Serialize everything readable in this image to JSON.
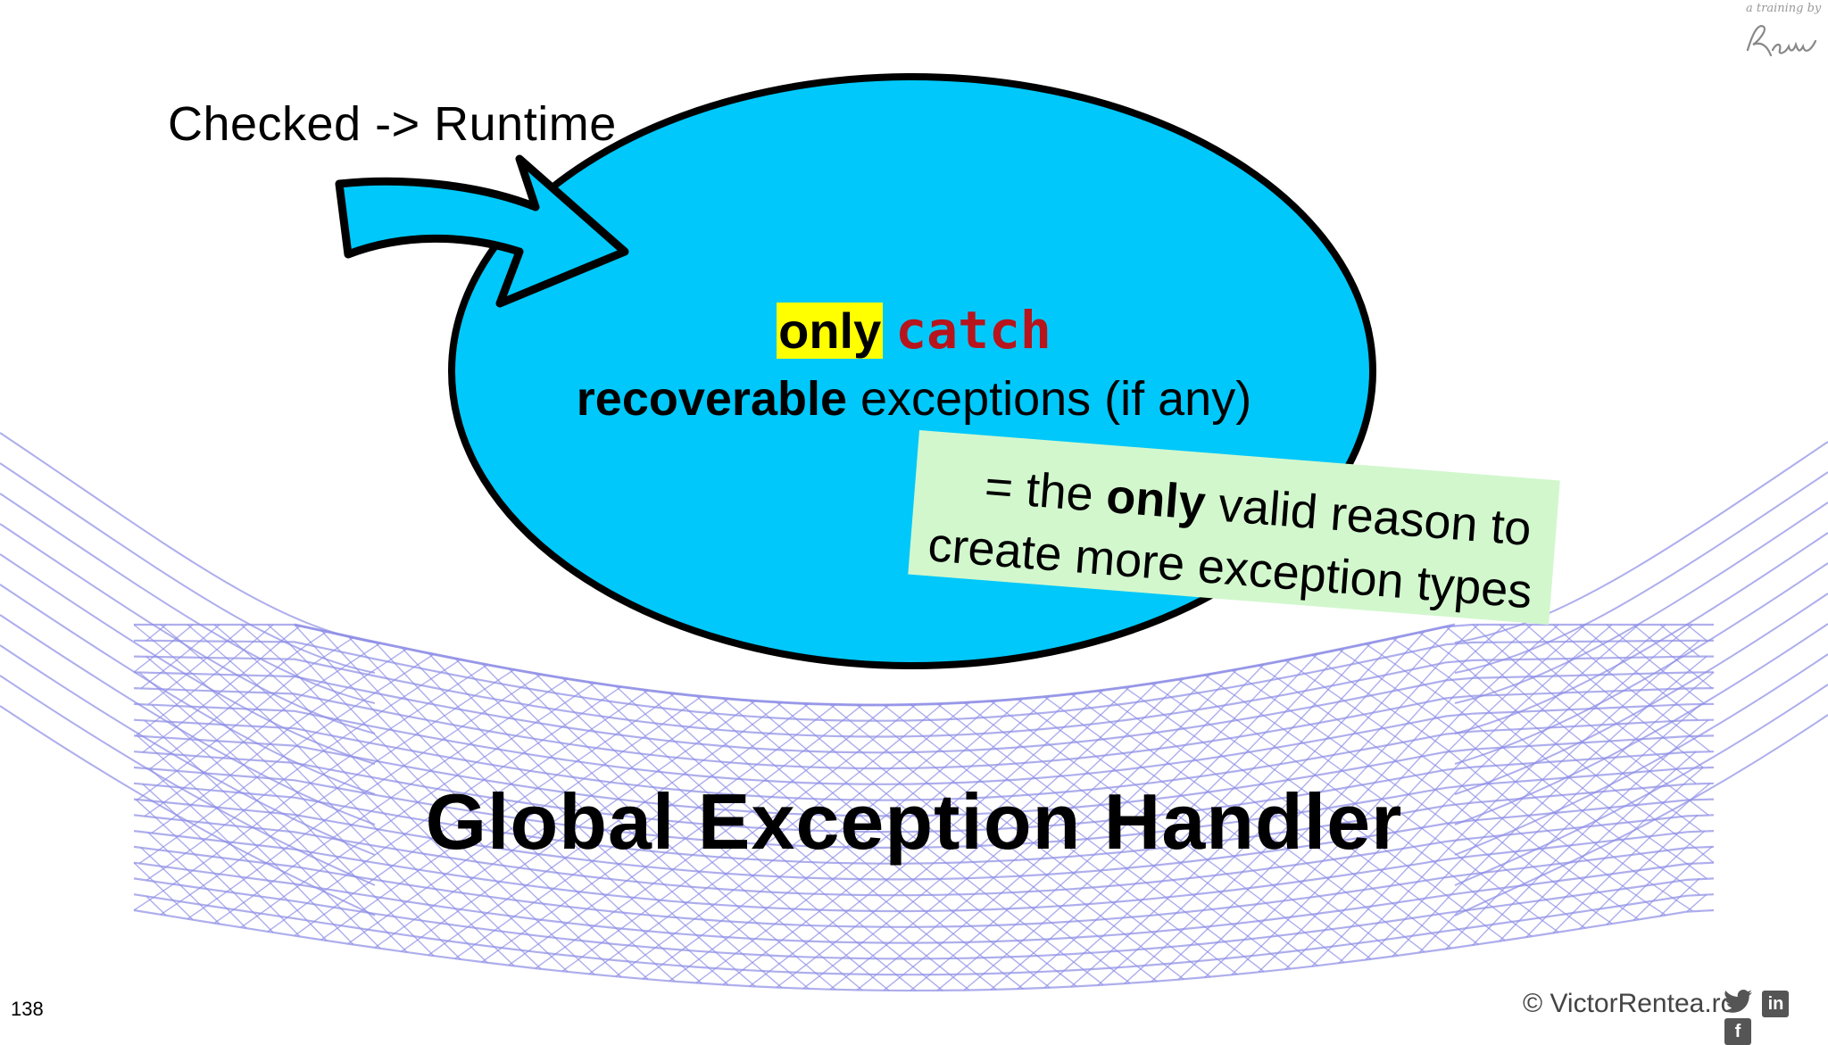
{
  "slide": {
    "label_top": "Checked -> Runtime",
    "only_word": "only",
    "catch_code": "catch",
    "recoverable_word": "recoverable",
    "recoverable_rest": " exceptions (if any)",
    "note_line1_pre": "= the ",
    "note_line1_bold": "only",
    "note_line1_post": " valid reason to",
    "note_line2": "create more exception types",
    "headline": "Global Exception Handler",
    "page_number": "138",
    "footer_brand": "© VictorRentea.ro",
    "signature_caption": "a training by",
    "signature_name": "Rentea"
  },
  "icons": [
    "curved-arrow-icon",
    "twitter-icon",
    "linkedin-icon",
    "facebook-icon",
    "safety-net-graphic"
  ],
  "colors": {
    "ellipse_fill": "#00c8fa",
    "arrow_fill": "#00c8fa",
    "highlight": "#ffff00",
    "catch_code": "#b8141c",
    "note_bg": "#d2f7cd",
    "net_lines": "#8c8ce6"
  }
}
